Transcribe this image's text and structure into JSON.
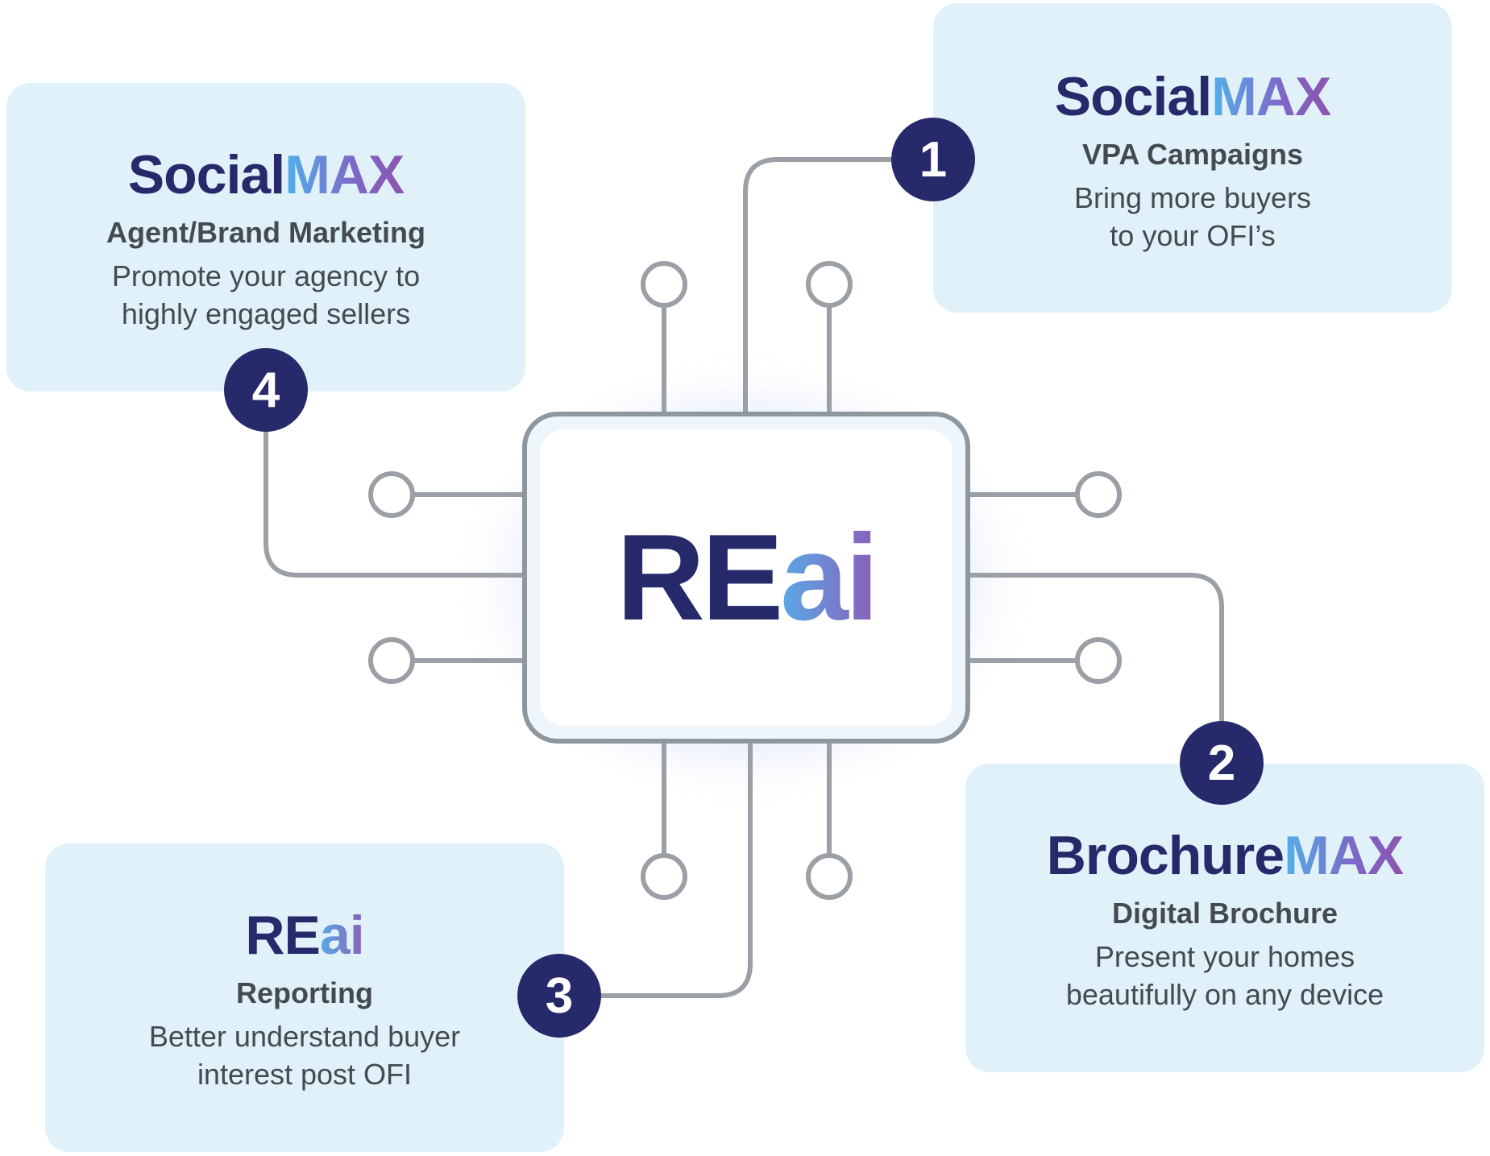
{
  "center": {
    "re": "RE",
    "ai": "ai"
  },
  "steps": [
    {
      "number": "1",
      "brand": "Social",
      "brand_accent": "MAX",
      "title": "VPA Campaigns",
      "desc_line1": "Bring more buyers",
      "desc_line2": "to your OFI’s"
    },
    {
      "number": "2",
      "brand": "Brochure",
      "brand_accent": "MAX",
      "title": "Digital Brochure",
      "desc_line1": "Present your homes",
      "desc_line2": "beautifully on any device"
    },
    {
      "number": "3",
      "brand": "RE",
      "brand_accent": "ai",
      "title": "Reporting",
      "desc_line1": "Better understand buyer",
      "desc_line2": "interest post OFI"
    },
    {
      "number": "4",
      "brand": "Social",
      "brand_accent": "MAX",
      "title": "Agent/Brand Marketing",
      "desc_line1": "Promote your agency to",
      "desc_line2": "highly engaged sellers"
    }
  ],
  "colors": {
    "navy": "#262a6b",
    "card_bg": "#e1f1f9",
    "wire": "#9aa0a6",
    "text": "#444a52",
    "gradient_start": "#52b0ea",
    "gradient_end": "#8b55b0"
  }
}
